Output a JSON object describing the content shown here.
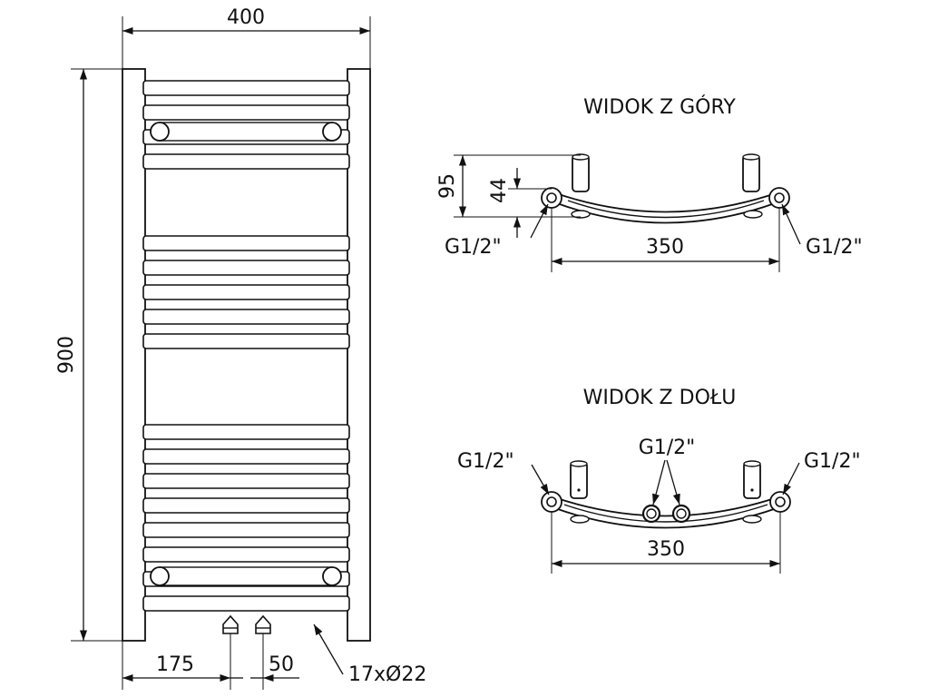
{
  "front_view": {
    "width_label": "400",
    "height_label": "900",
    "left_offset_label": "175",
    "connector_spacing_label": "50",
    "tube_spec_label": "17xØ22",
    "tube_count": 17
  },
  "top_view": {
    "title": "WIDOK Z GÓRY",
    "depth_label": "95",
    "inner_depth_label": "44",
    "left_thread_label": "G1/2\"",
    "right_thread_label": "G1/2\"",
    "span_label": "350"
  },
  "bottom_view": {
    "title": "WIDOK Z DOŁU",
    "left_thread_label": "G1/2\"",
    "center_thread_label": "G1/2\"",
    "right_thread_label": "G1/2\"",
    "span_label": "350"
  }
}
